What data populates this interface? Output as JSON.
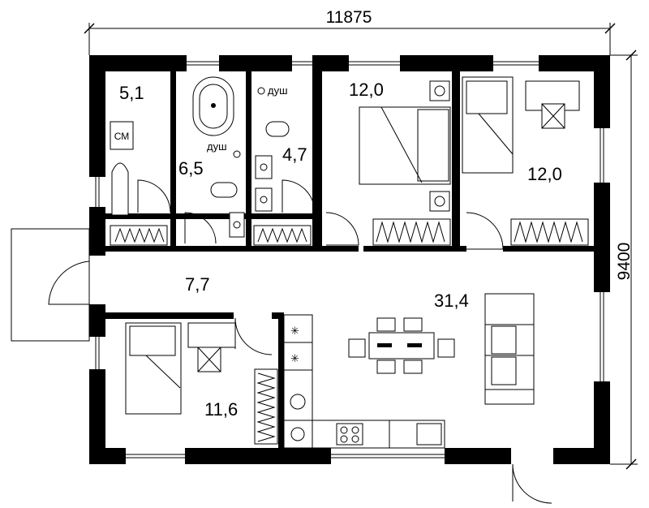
{
  "dimensions": {
    "width": "11875",
    "height": "9400"
  },
  "rooms": {
    "toilet_small": "5,1",
    "bathroom": "6,5",
    "shower_room": "4,7",
    "bedroom_center": "12,0",
    "bedroom_right": "12,0",
    "hall": "7,7",
    "living_kitchen": "31,4",
    "bedroom_bottom": "11,6"
  },
  "labels": {
    "washer": "СМ",
    "shower_1": "душ",
    "shower_2": "душ"
  }
}
